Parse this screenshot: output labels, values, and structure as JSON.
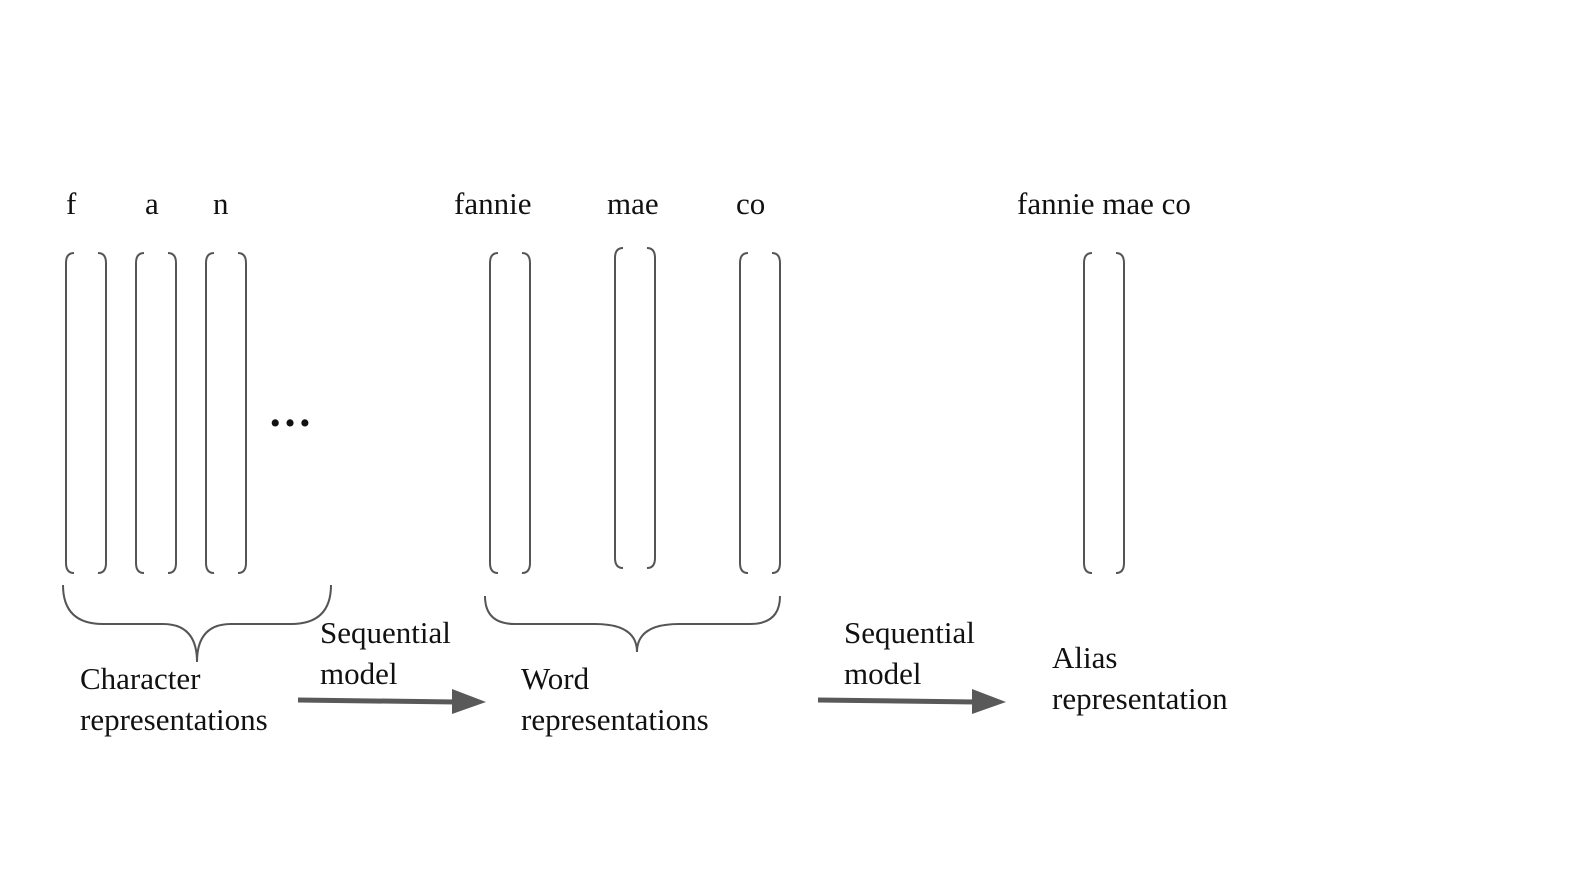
{
  "tokens": {
    "char_f": "f",
    "char_a": "a",
    "char_n": "n",
    "ellipsis": "…",
    "word_fannie": "fannie",
    "word_mae": "mae",
    "word_co": "co",
    "alias": "fannie mae co"
  },
  "labels": {
    "character_representations": [
      "Character",
      "representations"
    ],
    "word_representations": [
      "Word",
      "representations"
    ],
    "alias_representation": [
      "Alias",
      "representation"
    ],
    "sequential_model_1": [
      "Sequential",
      "model"
    ],
    "sequential_model_2": [
      "Sequential",
      "model"
    ]
  },
  "colors": {
    "bracket_stroke": "#555555",
    "arrow_fill": "#595959",
    "text": "#111111"
  }
}
